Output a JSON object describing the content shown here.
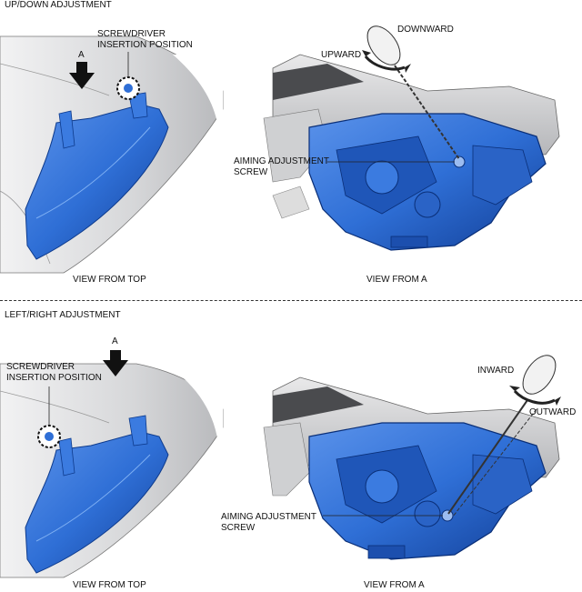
{
  "top_section": {
    "title": "UP/DOWN ADJUSTMENT",
    "arrow_label": "A",
    "insertion_label": "SCREWDRIVER\nINSERTION POSITION",
    "direction_up": "UPWARD",
    "direction_down": "DOWNWARD",
    "screw_label": "AIMING ADJUSTMENT\nSCREW",
    "caption_left": "VIEW FROM TOP",
    "caption_right": "VIEW FROM A"
  },
  "bottom_section": {
    "title": "LEFT/RIGHT ADJUSTMENT",
    "arrow_label": "A",
    "insertion_label": "SCREWDRIVER\nINSERTION POSITION",
    "direction_in": "INWARD",
    "direction_out": "OUTWARD",
    "screw_label": "AIMING ADJUSTMENT\nSCREW",
    "caption_left": "VIEW FROM TOP",
    "caption_right": "VIEW FROM A"
  },
  "colors": {
    "headlamp_blue": "#2f6fd6",
    "headlamp_dark": "#0d3a8c",
    "body_gray": "#d9dadc",
    "line": "#222222"
  }
}
